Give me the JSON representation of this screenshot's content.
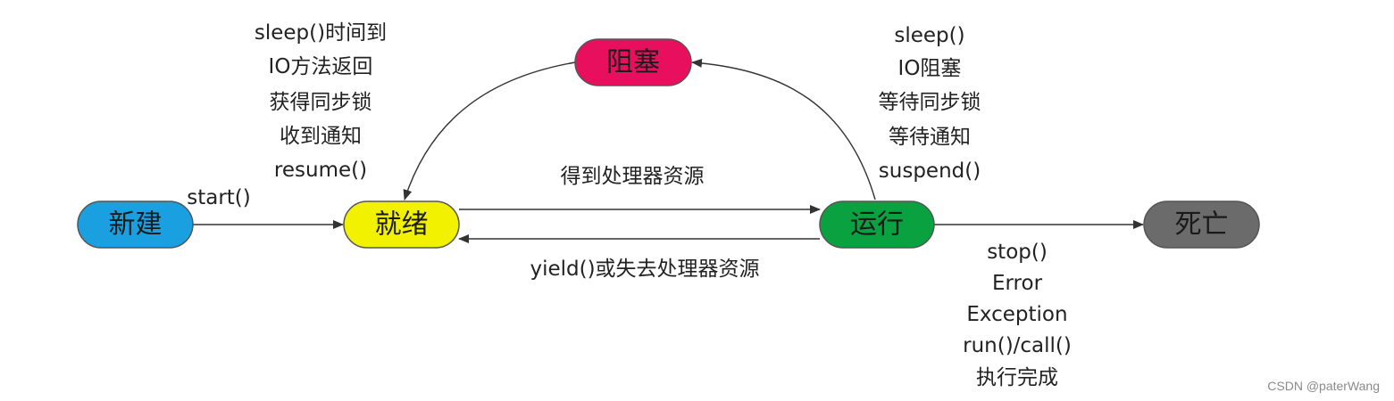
{
  "nodes": {
    "new": {
      "label": "新建",
      "color": "#1a9fe0"
    },
    "ready": {
      "label": "就绪",
      "color": "#f2f200"
    },
    "running": {
      "label": "运行",
      "color": "#0aa140"
    },
    "blocked": {
      "label": "阻塞",
      "color": "#e8105e"
    },
    "dead": {
      "label": "死亡",
      "color": "#6b6b6b"
    }
  },
  "edges": {
    "start": [
      "start()"
    ],
    "ready_to_running": [
      "得到处理器资源"
    ],
    "running_to_ready": [
      "yield()或失去处理器资源"
    ],
    "running_to_blocked": [
      "sleep()",
      "IO阻塞",
      "等待同步锁",
      "等待通知",
      "suspend()"
    ],
    "blocked_to_ready": [
      "sleep()时间到",
      "IO方法返回",
      "获得同步锁",
      "收到通知",
      "resume()"
    ],
    "running_to_dead": [
      "stop()",
      "Error",
      "Exception",
      "run()/call()",
      "执行完成"
    ]
  },
  "watermark": "CSDN @paterWang"
}
